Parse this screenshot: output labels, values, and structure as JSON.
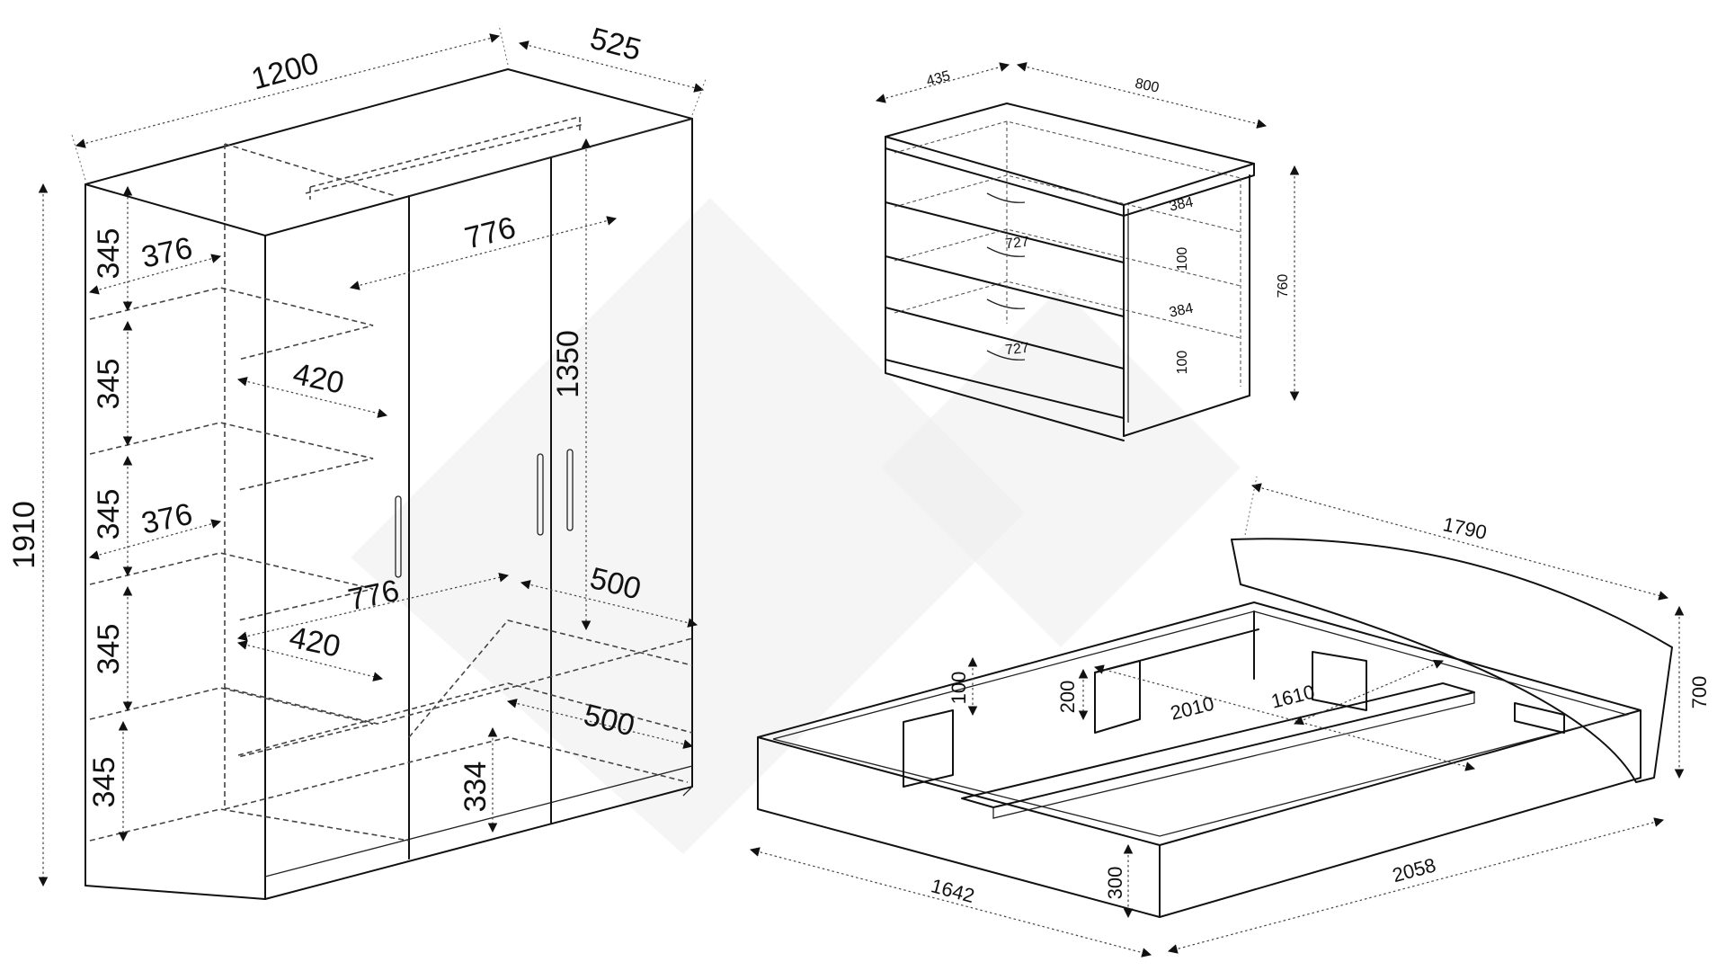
{
  "wardrobe": {
    "width": "1200",
    "depth": "525",
    "height": "1910",
    "shelf_spacings": [
      "345",
      "345",
      "345",
      "345",
      "345"
    ],
    "left_shelf_depth_top": "376",
    "left_shelf_depth_mid": "376",
    "shelf_width_upper": "420",
    "shelf_width_lower": "420",
    "rail_width_top": "776",
    "rail_width_lower": "776",
    "door_height": "1350",
    "inner_depth_upper": "500",
    "inner_depth_lower": "500",
    "bottom_gap": "334"
  },
  "dresser": {
    "depth": "435",
    "width": "800",
    "height": "760",
    "drawer_depth_1": "384",
    "drawer_depth_2": "384",
    "drawer_width_1": "727",
    "drawer_width_2": "727",
    "drawer_height_1": "100",
    "drawer_height_2": "100"
  },
  "bed": {
    "headboard_width": "1790",
    "headboard_height": "700",
    "frame_width": "1642",
    "frame_length": "2058",
    "frame_height": "300",
    "inner_length": "2010",
    "inner_width": "1610",
    "support_height": "200",
    "side_support_height": "100"
  }
}
